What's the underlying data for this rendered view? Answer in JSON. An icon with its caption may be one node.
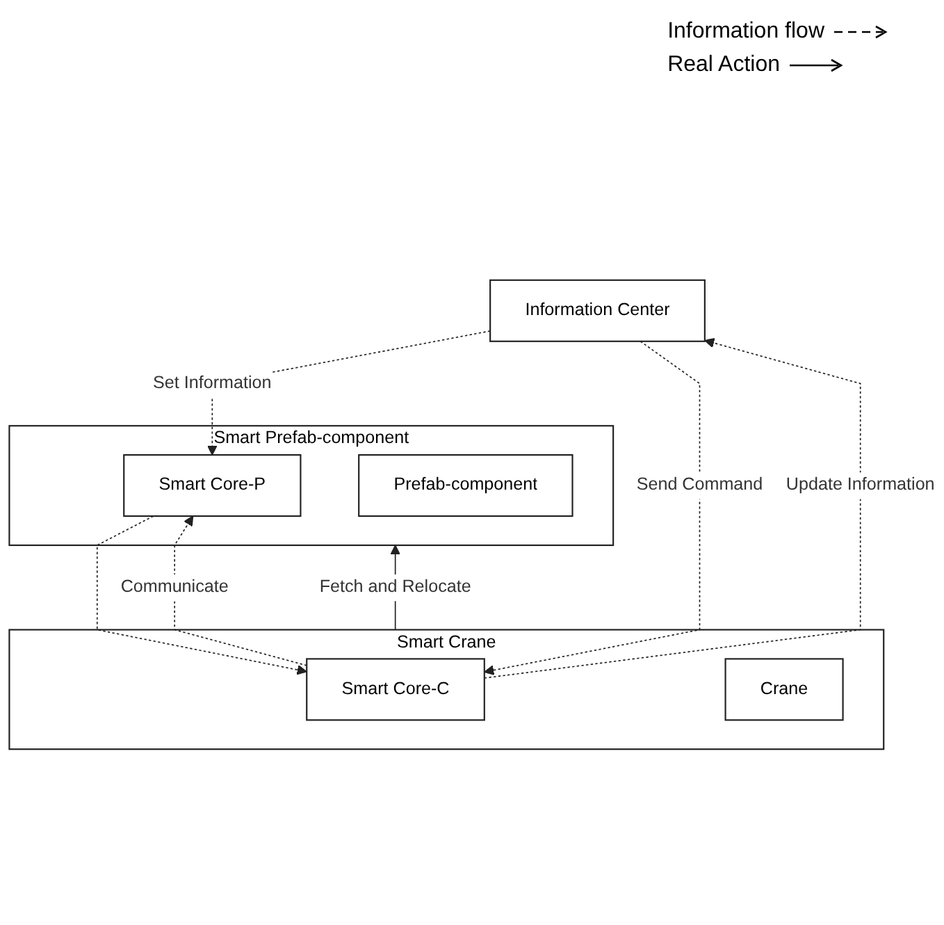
{
  "diagram": {
    "nodes": [
      {
        "text": [
          "Information Center"
        ]
      },
      {
        "text": [
          "Smart Prefab-component"
        ]
      },
      {
        "text": [
          "Smart Core-P"
        ],
        "in": 1
      },
      {
        "text": [
          "Prefab-component"
        ],
        "in": 1
      },
      {
        "text": [
          "Smart Crane"
        ]
      },
      {
        "text": [
          "Smart Core-C"
        ],
        "in": 4
      },
      {
        "text": [
          "Crane"
        ],
        "in": 4
      }
    ],
    "edges": [
      {
        "from": 0,
        "to": 2,
        "arrow": "to",
        "label": "Set Information",
        "style": "dashed"
      },
      {
        "from": 5,
        "to": 0,
        "arrow": "to",
        "label": "Update Information",
        "style": "dashed"
      },
      {
        "from": 0,
        "to": 5,
        "arrow": "to",
        "label": "Send Command",
        "style": "dashed"
      },
      {
        "from": 2,
        "to": 5,
        "arrow": "to",
        "style": "dashed"
      },
      {
        "from": 5,
        "to": 2,
        "arrow": "to",
        "label": "Communicate",
        "style": "dashed"
      },
      {
        "from": 4,
        "to": 1,
        "arrow": "to",
        "label": "Fetch and Relocate"
      }
    ],
    "legend": [
      {
        "text": "Information flow"
      },
      {
        "text": "Real Action"
      }
    ]
  }
}
